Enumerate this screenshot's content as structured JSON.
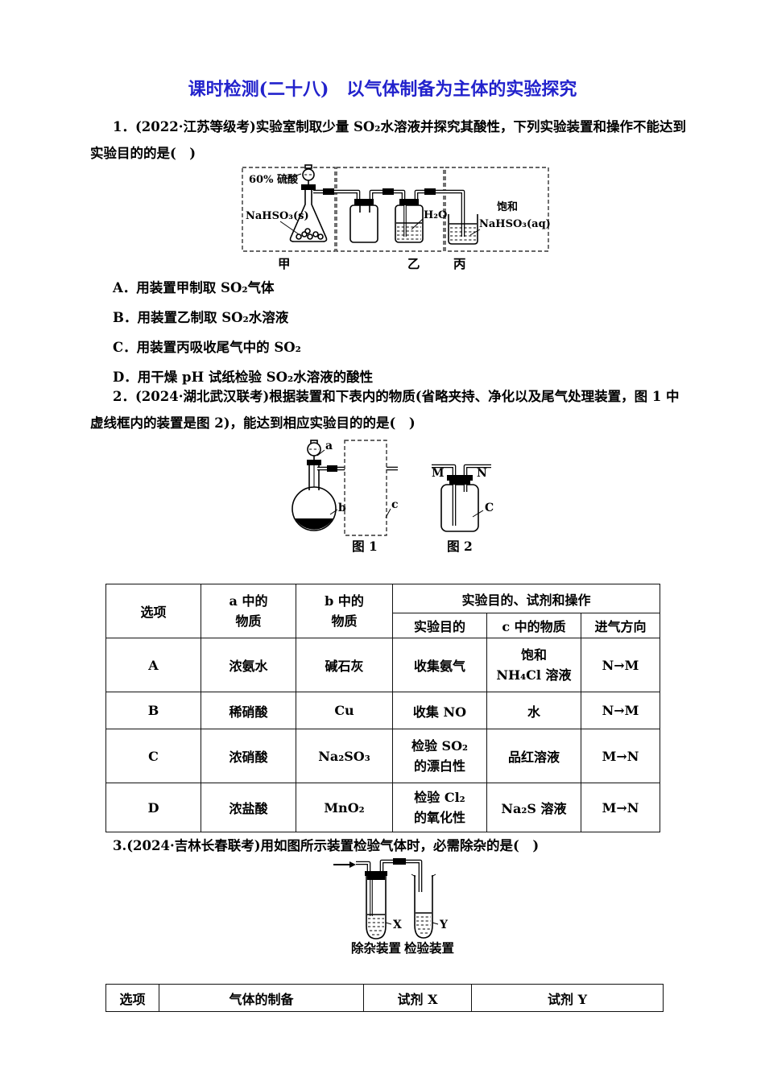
{
  "title": "课时检测(二十八)　以气体制备为主体的实验探究",
  "accent_color": "#2222cc",
  "q1": {
    "lines": [
      "1．(2022·江苏等级考)实验室制取少量 SO₂水溶液并探究其酸性，下列实验装置和操作不能达到",
      "实验目的的是(　)"
    ],
    "diagram": {
      "acid": "60% 硫酸",
      "solid": "NaHSO₃(s)",
      "water": "H₂O",
      "saturated": "饱和",
      "solution": "NaHSO₃(aq)",
      "cap_left": "甲",
      "cap_mid": "乙",
      "cap_right": "丙"
    },
    "options": [
      "A．用装置甲制取 SO₂气体",
      "B．用装置乙制取 SO₂水溶液",
      "C．用装置丙吸收尾气中的 SO₂",
      "D．用干燥 pH 试纸检验 SO₂水溶液的酸性"
    ]
  },
  "q2": {
    "lines": [
      "2．(2024·湖北武汉联考)根据装置和下表内的物质(省略夹持、净化以及尾气处理装置，图 1 中",
      "虚线框内的装置是图 2)，能达到相应实验目的的是(　)"
    ],
    "diagram": {
      "a": "a",
      "b": "b",
      "c": "c",
      "M": "M",
      "N": "N",
      "C": "C",
      "fig1_caption": "图 1",
      "fig2_caption": "图 2"
    },
    "table": {
      "headers": {
        "option": "选项",
        "a": "a 中的\n物质",
        "b": "b 中的\n物质",
        "group": "实验目的、试剂和操作",
        "purpose": "实验目的",
        "c": "c 中的物质",
        "direction": "进气方向"
      },
      "rows": [
        {
          "option": "A",
          "a": "浓氨水",
          "b": "碱石灰",
          "purpose": "收集氨气",
          "c": "饱和\nNH₄Cl 溶液",
          "direction": "N→M"
        },
        {
          "option": "B",
          "a": "稀硝酸",
          "b": "Cu",
          "purpose": "收集 NO",
          "c": "水",
          "direction": "N→M"
        },
        {
          "option": "C",
          "a": "浓硝酸",
          "b": "Na₂SO₃",
          "purpose": "检验 SO₂\n的漂白性",
          "c": "品红溶液",
          "direction": "M→N"
        },
        {
          "option": "D",
          "a": "浓盐酸",
          "b": "MnO₂",
          "purpose": "检验 Cl₂\n的氧化性",
          "c": "Na₂S 溶液",
          "direction": "M→N"
        }
      ]
    }
  },
  "q3": {
    "lines": [
      "3.(2024·吉林长春联考)用如图所示装置检验气体时，必需除杂的是(　)"
    ],
    "diagram": {
      "X": "X",
      "Y": "Y",
      "left_caption": "除杂装置",
      "right_caption": "检验装置"
    },
    "table": {
      "headers": [
        "选项",
        "气体的制备",
        "试剂 X",
        "试剂 Y"
      ]
    }
  }
}
